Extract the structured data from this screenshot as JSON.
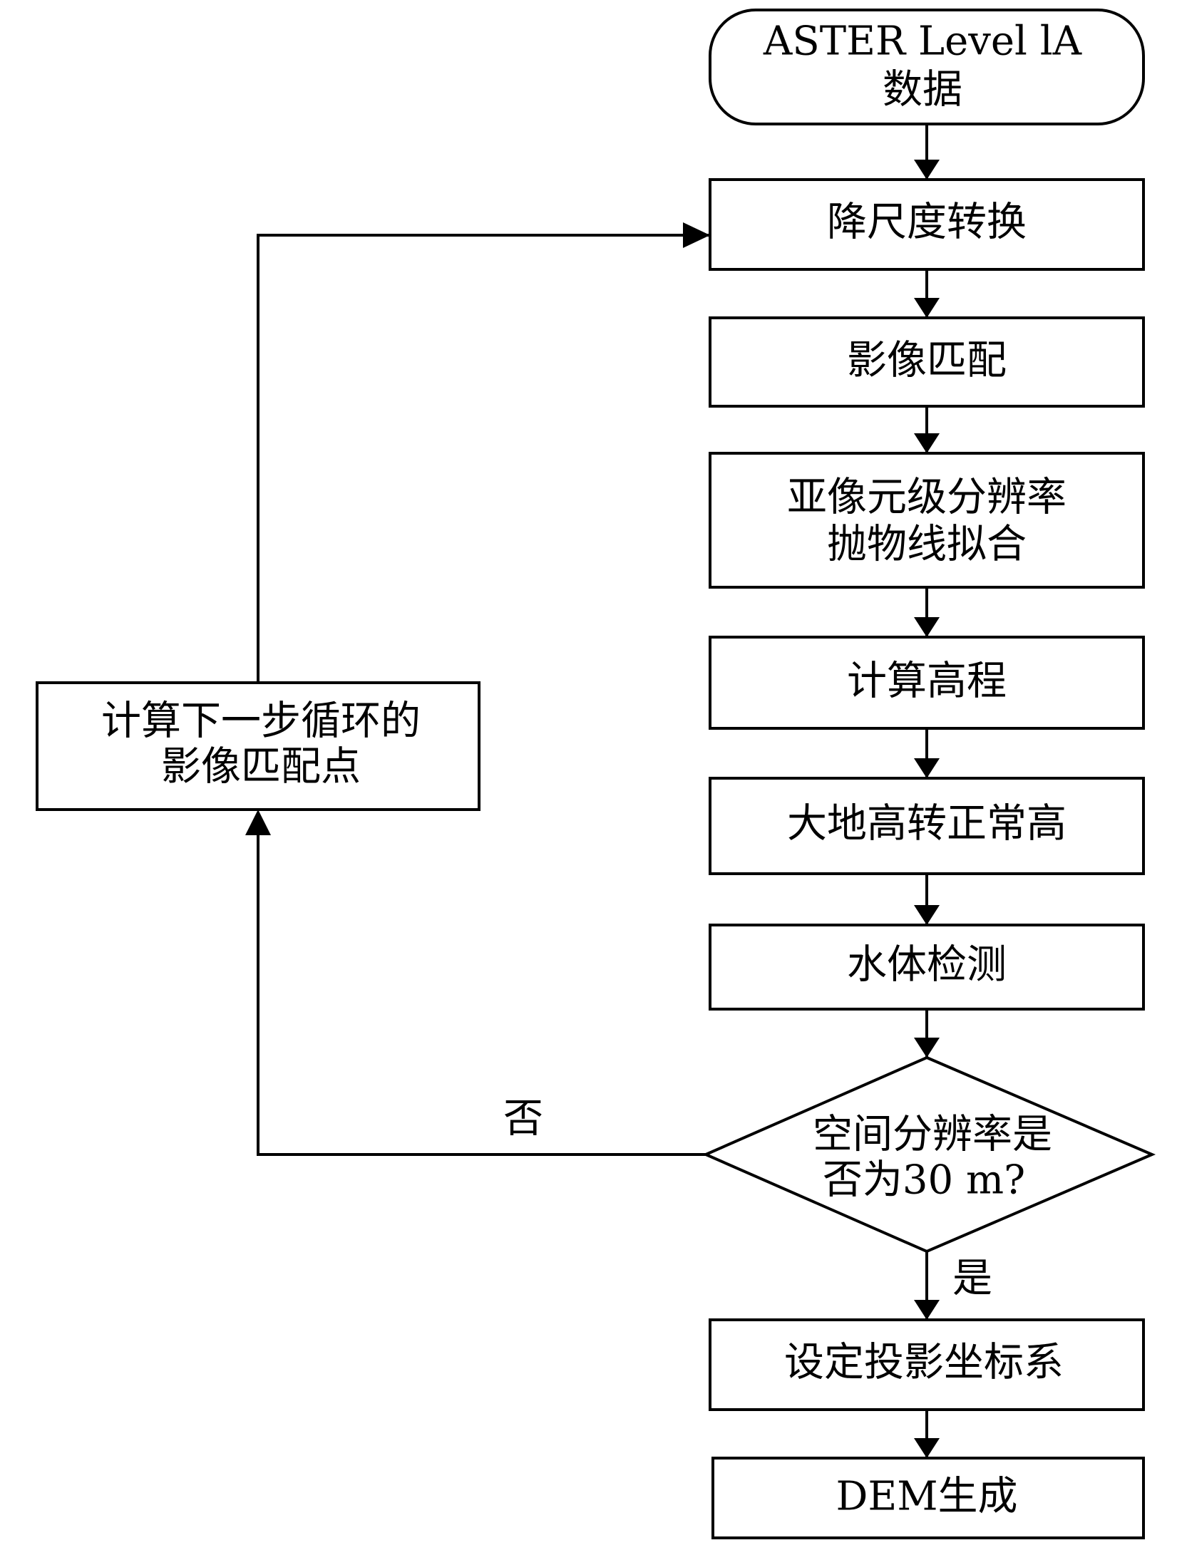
{
  "nodes": {
    "start": {
      "lines": [
        "ASTER Level lA",
        "数据"
      ],
      "shape": "rounded-rectangle"
    },
    "downscale": {
      "lines": [
        "降尺度转换"
      ],
      "shape": "rectangle"
    },
    "matching": {
      "lines": [
        "影像匹配"
      ],
      "shape": "rectangle"
    },
    "subpixel": {
      "lines": [
        "亚像元级分辨率",
        "抛物线拟合"
      ],
      "shape": "rectangle"
    },
    "elevation": {
      "lines": [
        "计算高程"
      ],
      "shape": "rectangle"
    },
    "geoid": {
      "lines": [
        "大地高转正常高"
      ],
      "shape": "rectangle"
    },
    "water": {
      "lines": [
        "水体检测"
      ],
      "shape": "rectangle"
    },
    "decision": {
      "lines": [
        "空间分辨率是",
        "否为30 m?"
      ],
      "shape": "diamond"
    },
    "projection": {
      "lines": [
        "设定投影坐标系"
      ],
      "shape": "rectangle"
    },
    "dem": {
      "lines": [
        "DEM生成"
      ],
      "shape": "rectangle"
    },
    "next_match": {
      "lines": [
        "计算下一步循环的",
        "影像匹配点"
      ],
      "shape": "rectangle"
    }
  },
  "edges": {
    "no_label": "否",
    "yes_label": "是"
  },
  "colors": {
    "stroke": "#000000",
    "fill": "#ffffff",
    "text": "#000000"
  }
}
